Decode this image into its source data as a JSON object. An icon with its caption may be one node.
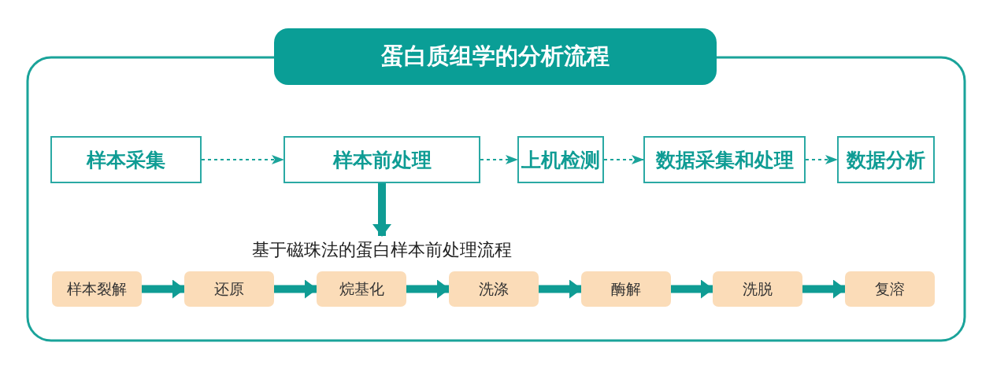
{
  "diagram": {
    "title": "蛋白质组学的分析流程",
    "nodes": [
      {
        "text": [
          "样本采集"
        ]
      },
      {
        "text": [
          "样本前处理"
        ]
      },
      {
        "text": [
          "上机检测"
        ]
      },
      {
        "text": [
          "数据采集和处理"
        ]
      },
      {
        "text": [
          "数据分析"
        ]
      },
      {
        "text": [
          "基于磁珠法的蛋白样本前处理流程"
        ]
      },
      {
        "text": [
          "样本裂解"
        ]
      },
      {
        "text": [
          "还原"
        ]
      },
      {
        "text": [
          "烷基化"
        ]
      },
      {
        "text": [
          "洗涤"
        ]
      },
      {
        "text": [
          "酶解"
        ]
      },
      {
        "text": [
          "洗脱"
        ]
      },
      {
        "text": [
          "复溶"
        ]
      }
    ],
    "edges": [
      {
        "from": 0,
        "to": 1,
        "arrow": "to",
        "style": "dashed"
      },
      {
        "from": 1,
        "to": 2,
        "arrow": "to",
        "style": "dashed"
      },
      {
        "from": 2,
        "to": 3,
        "arrow": "to",
        "style": "dashed"
      },
      {
        "from": 3,
        "to": 4,
        "arrow": "to",
        "style": "dashed"
      },
      {
        "from": 1,
        "to": 5,
        "arrow": "to"
      },
      {
        "from": 6,
        "to": 7,
        "arrow": "to"
      },
      {
        "from": 7,
        "to": 8,
        "arrow": "to"
      },
      {
        "from": 8,
        "to": 9,
        "arrow": "to"
      },
      {
        "from": 9,
        "to": 10,
        "arrow": "to"
      },
      {
        "from": 10,
        "to": 11,
        "arrow": "to"
      },
      {
        "from": 11,
        "to": 12,
        "arrow": "to"
      }
    ]
  }
}
